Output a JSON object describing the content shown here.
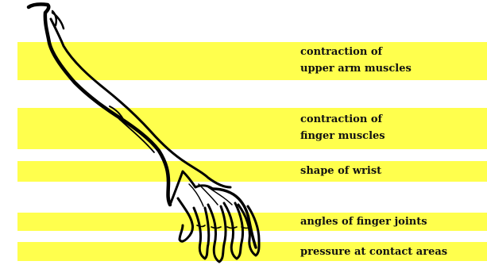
{
  "colors": {
    "band": "#ffff4d",
    "text": "#111111",
    "outline": "#000000"
  },
  "illustration": {
    "subject": "arm-and-hand-outline"
  },
  "labels": [
    {
      "lines": [
        "contraction of",
        "upper arm muscles"
      ]
    },
    {
      "lines": [
        "contraction of",
        "finger muscles"
      ]
    },
    {
      "lines": [
        "shape of wrist"
      ]
    },
    {
      "lines": [
        "angles of finger joints"
      ]
    },
    {
      "lines": [
        "pressure at contact areas"
      ]
    }
  ]
}
